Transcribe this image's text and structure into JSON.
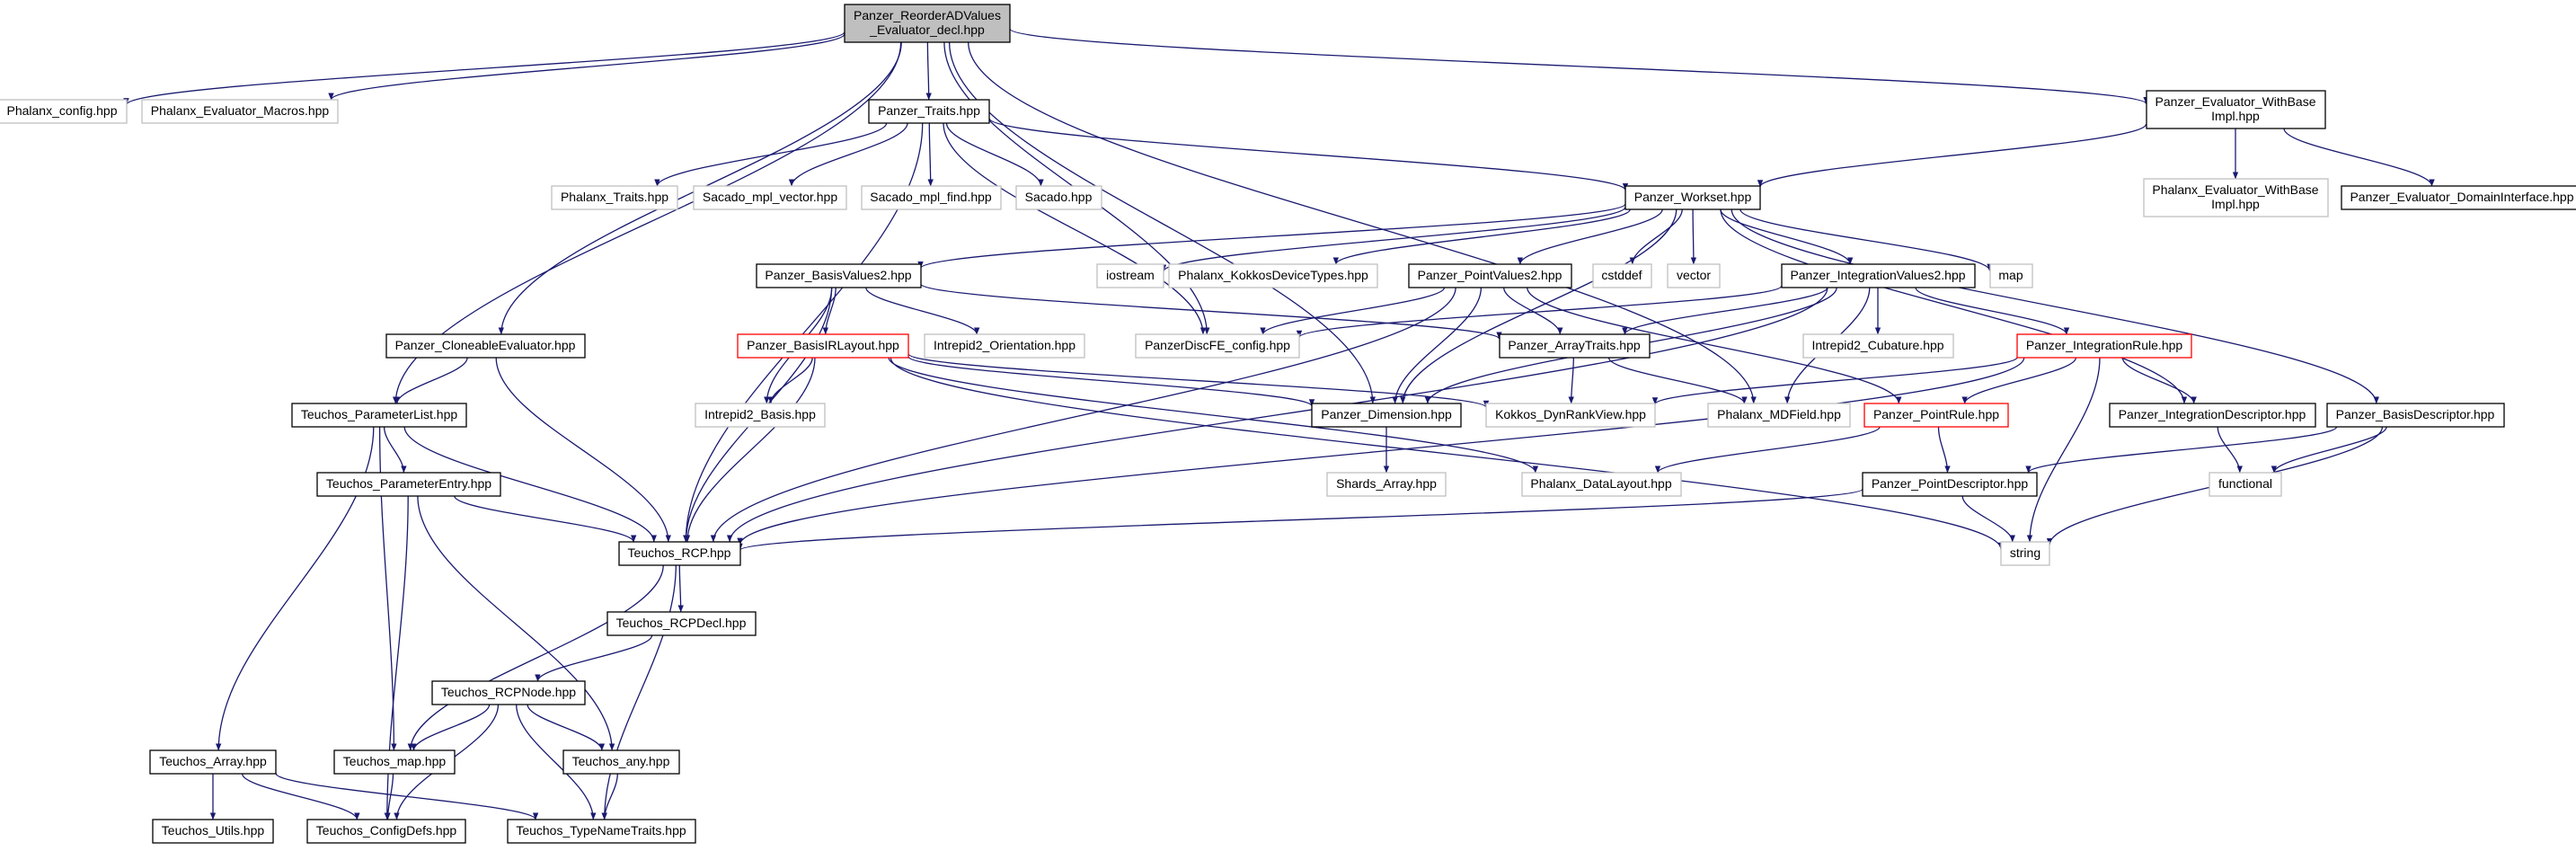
{
  "colors": {
    "edge": "#191970",
    "root_fill": "#bfbfbf",
    "documented_border": "#000000",
    "external_border": "#bfbfbf",
    "truncated_border": "#ff0000",
    "text": "#000000"
  },
  "nodes": [
    {
      "id": "root",
      "lines": [
        "Panzer_ReorderADValues",
        "_Evaluator_decl.hpp"
      ],
      "style": "root"
    },
    {
      "id": "phalanx_config",
      "lines": [
        "Phalanx_config.hpp"
      ],
      "style": "external"
    },
    {
      "id": "phalanx_evaluator_macros",
      "lines": [
        "Phalanx_Evaluator_Macros.hpp"
      ],
      "style": "external"
    },
    {
      "id": "panzer_traits",
      "lines": [
        "Panzer_Traits.hpp"
      ],
      "style": "documented"
    },
    {
      "id": "panzer_evaluator_withbaseimpl",
      "lines": [
        "Panzer_Evaluator_WithBase",
        "Impl.hpp"
      ],
      "style": "documented"
    },
    {
      "id": "phalanx_traits",
      "lines": [
        "Phalanx_Traits.hpp"
      ],
      "style": "external"
    },
    {
      "id": "sacado_mpl_vector",
      "lines": [
        "Sacado_mpl_vector.hpp"
      ],
      "style": "external"
    },
    {
      "id": "sacado_mpl_find",
      "lines": [
        "Sacado_mpl_find.hpp"
      ],
      "style": "external"
    },
    {
      "id": "sacado",
      "lines": [
        "Sacado.hpp"
      ],
      "style": "external"
    },
    {
      "id": "panzer_workset",
      "lines": [
        "Panzer_Workset.hpp"
      ],
      "style": "documented"
    },
    {
      "id": "phalanx_evaluator_withbaseimpl",
      "lines": [
        "Phalanx_Evaluator_WithBase",
        "Impl.hpp"
      ],
      "style": "external"
    },
    {
      "id": "panzer_evaluator_domaininterface",
      "lines": [
        "Panzer_Evaluator_DomainInterface.hpp"
      ],
      "style": "documented"
    },
    {
      "id": "panzer_basisvalues2",
      "lines": [
        "Panzer_BasisValues2.hpp"
      ],
      "style": "documented"
    },
    {
      "id": "iostream",
      "lines": [
        "iostream"
      ],
      "style": "external"
    },
    {
      "id": "phalanx_kokkosdevicetypes",
      "lines": [
        "Phalanx_KokkosDeviceTypes.hpp"
      ],
      "style": "external"
    },
    {
      "id": "panzer_pointvalues2",
      "lines": [
        "Panzer_PointValues2.hpp"
      ],
      "style": "documented"
    },
    {
      "id": "cstddef",
      "lines": [
        "cstddef"
      ],
      "style": "external"
    },
    {
      "id": "vector",
      "lines": [
        "vector"
      ],
      "style": "external"
    },
    {
      "id": "panzer_integrationvalues2",
      "lines": [
        "Panzer_IntegrationValues2.hpp"
      ],
      "style": "documented"
    },
    {
      "id": "map",
      "lines": [
        "map"
      ],
      "style": "external"
    },
    {
      "id": "panzer_cloneableevaluator",
      "lines": [
        "Panzer_CloneableEvaluator.hpp"
      ],
      "style": "documented"
    },
    {
      "id": "panzer_basisirlayout",
      "lines": [
        "Panzer_BasisIRLayout.hpp"
      ],
      "style": "truncated"
    },
    {
      "id": "intrepid2_orientation",
      "lines": [
        "Intrepid2_Orientation.hpp"
      ],
      "style": "external"
    },
    {
      "id": "panzerdiscfe_config",
      "lines": [
        "PanzerDiscFE_config.hpp"
      ],
      "style": "external"
    },
    {
      "id": "panzer_arraytraits",
      "lines": [
        "Panzer_ArrayTraits.hpp"
      ],
      "style": "documented"
    },
    {
      "id": "intrepid2_cubature",
      "lines": [
        "Intrepid2_Cubature.hpp"
      ],
      "style": "external"
    },
    {
      "id": "panzer_integrationrule",
      "lines": [
        "Panzer_IntegrationRule.hpp"
      ],
      "style": "truncated"
    },
    {
      "id": "teuchos_parameterlist",
      "lines": [
        "Teuchos_ParameterList.hpp"
      ],
      "style": "documented"
    },
    {
      "id": "intrepid2_basis",
      "lines": [
        "Intrepid2_Basis.hpp"
      ],
      "style": "external"
    },
    {
      "id": "panzer_dimension",
      "lines": [
        "Panzer_Dimension.hpp"
      ],
      "style": "documented"
    },
    {
      "id": "kokkos_dynrankview",
      "lines": [
        "Kokkos_DynRankView.hpp"
      ],
      "style": "external"
    },
    {
      "id": "phalanx_mdfield",
      "lines": [
        "Phalanx_MDField.hpp"
      ],
      "style": "external"
    },
    {
      "id": "panzer_pointrule",
      "lines": [
        "Panzer_PointRule.hpp"
      ],
      "style": "truncated"
    },
    {
      "id": "panzer_integrationdescriptor",
      "lines": [
        "Panzer_IntegrationDescriptor.hpp"
      ],
      "style": "documented"
    },
    {
      "id": "panzer_basisdescriptor",
      "lines": [
        "Panzer_BasisDescriptor.hpp"
      ],
      "style": "documented"
    },
    {
      "id": "teuchos_parameterentry",
      "lines": [
        "Teuchos_ParameterEntry.hpp"
      ],
      "style": "documented"
    },
    {
      "id": "shards_array",
      "lines": [
        "Shards_Array.hpp"
      ],
      "style": "external"
    },
    {
      "id": "phalanx_datalayout",
      "lines": [
        "Phalanx_DataLayout.hpp"
      ],
      "style": "external"
    },
    {
      "id": "panzer_pointdescriptor",
      "lines": [
        "Panzer_PointDescriptor.hpp"
      ],
      "style": "documented"
    },
    {
      "id": "functional",
      "lines": [
        "functional"
      ],
      "style": "external"
    },
    {
      "id": "teuchos_rcp",
      "lines": [
        "Teuchos_RCP.hpp"
      ],
      "style": "documented"
    },
    {
      "id": "string",
      "lines": [
        "string"
      ],
      "style": "external"
    },
    {
      "id": "teuchos_rcpdecl",
      "lines": [
        "Teuchos_RCPDecl.hpp"
      ],
      "style": "documented"
    },
    {
      "id": "teuchos_rcpnode",
      "lines": [
        "Teuchos_RCPNode.hpp"
      ],
      "style": "documented"
    },
    {
      "id": "teuchos_array",
      "lines": [
        "Teuchos_Array.hpp"
      ],
      "style": "documented"
    },
    {
      "id": "teuchos_map",
      "lines": [
        "Teuchos_map.hpp"
      ],
      "style": "documented"
    },
    {
      "id": "teuchos_any",
      "lines": [
        "Teuchos_any.hpp"
      ],
      "style": "documented"
    },
    {
      "id": "teuchos_utils",
      "lines": [
        "Teuchos_Utils.hpp"
      ],
      "style": "documented"
    },
    {
      "id": "teuchos_configdefs",
      "lines": [
        "Teuchos_ConfigDefs.hpp"
      ],
      "style": "documented"
    },
    {
      "id": "teuchos_typenametraits",
      "lines": [
        "Teuchos_TypeNameTraits.hpp"
      ],
      "style": "documented"
    }
  ],
  "edges": [
    [
      "root",
      "phalanx_config"
    ],
    [
      "root",
      "phalanx_evaluator_macros"
    ],
    [
      "root",
      "panzer_traits"
    ],
    [
      "root",
      "panzer_evaluator_withbaseimpl"
    ],
    [
      "root",
      "teuchos_parameterlist"
    ],
    [
      "root",
      "panzer_cloneableevaluator"
    ],
    [
      "root",
      "panzer_dimension"
    ],
    [
      "root",
      "panzerdiscfe_config"
    ],
    [
      "root",
      "phalanx_mdfield"
    ],
    [
      "panzer_traits",
      "phalanx_traits"
    ],
    [
      "panzer_traits",
      "sacado_mpl_vector"
    ],
    [
      "panzer_traits",
      "sacado_mpl_find"
    ],
    [
      "panzer_traits",
      "sacado"
    ],
    [
      "panzer_traits",
      "panzer_workset"
    ],
    [
      "panzer_traits",
      "teuchos_rcp"
    ],
    [
      "panzer_traits",
      "panzerdiscfe_config"
    ],
    [
      "panzer_evaluator_withbaseimpl",
      "phalanx_evaluator_withbaseimpl"
    ],
    [
      "panzer_evaluator_withbaseimpl",
      "panzer_evaluator_domaininterface"
    ],
    [
      "panzer_evaluator_withbaseimpl",
      "panzer_workset"
    ],
    [
      "panzer_workset",
      "panzer_basisvalues2"
    ],
    [
      "panzer_workset",
      "iostream"
    ],
    [
      "panzer_workset",
      "phalanx_kokkosdevicetypes"
    ],
    [
      "panzer_workset",
      "panzer_pointvalues2"
    ],
    [
      "panzer_workset",
      "cstddef"
    ],
    [
      "panzer_workset",
      "vector"
    ],
    [
      "panzer_workset",
      "panzer_integrationvalues2"
    ],
    [
      "panzer_workset",
      "map"
    ],
    [
      "panzer_workset",
      "panzer_dimension"
    ],
    [
      "panzer_workset",
      "panzer_integrationdescriptor"
    ],
    [
      "panzer_workset",
      "panzer_basisdescriptor"
    ],
    [
      "panzer_basisvalues2",
      "panzer_basisirlayout"
    ],
    [
      "panzer_basisvalues2",
      "intrepid2_orientation"
    ],
    [
      "panzer_basisvalues2",
      "panzer_arraytraits"
    ],
    [
      "panzer_basisvalues2",
      "intrepid2_basis"
    ],
    [
      "panzer_basisvalues2",
      "teuchos_rcp"
    ],
    [
      "panzer_pointvalues2",
      "panzerdiscfe_config"
    ],
    [
      "panzer_pointvalues2",
      "panzer_arraytraits"
    ],
    [
      "panzer_pointvalues2",
      "panzer_dimension"
    ],
    [
      "panzer_pointvalues2",
      "panzer_pointrule"
    ],
    [
      "panzer_pointvalues2",
      "teuchos_rcp"
    ],
    [
      "panzer_integrationvalues2",
      "panzerdiscfe_config"
    ],
    [
      "panzer_integrationvalues2",
      "panzer_arraytraits"
    ],
    [
      "panzer_integrationvalues2",
      "intrepid2_cubature"
    ],
    [
      "panzer_integrationvalues2",
      "panzer_integrationrule"
    ],
    [
      "panzer_integrationvalues2",
      "panzer_dimension"
    ],
    [
      "panzer_integrationvalues2",
      "phalanx_mdfield"
    ],
    [
      "panzer_integrationvalues2",
      "teuchos_rcp"
    ],
    [
      "panzer_cloneableevaluator",
      "teuchos_parameterlist"
    ],
    [
      "panzer_cloneableevaluator",
      "teuchos_rcp"
    ],
    [
      "panzer_basisirlayout",
      "intrepid2_basis"
    ],
    [
      "panzer_basisirlayout",
      "panzer_dimension"
    ],
    [
      "panzer_basisirlayout",
      "kokkos_dynrankview"
    ],
    [
      "panzer_basisirlayout",
      "phalanx_datalayout"
    ],
    [
      "panzer_basisirlayout",
      "teuchos_rcp"
    ],
    [
      "panzer_basisirlayout",
      "string"
    ],
    [
      "panzer_arraytraits",
      "kokkos_dynrankview"
    ],
    [
      "panzer_arraytraits",
      "phalanx_mdfield"
    ],
    [
      "panzer_integrationrule",
      "kokkos_dynrankview"
    ],
    [
      "panzer_integrationrule",
      "panzer_pointrule"
    ],
    [
      "panzer_integrationrule",
      "panzer_integrationdescriptor"
    ],
    [
      "panzer_integrationrule",
      "teuchos_rcp"
    ],
    [
      "panzer_integrationrule",
      "string"
    ],
    [
      "teuchos_parameterlist",
      "teuchos_parameterentry"
    ],
    [
      "teuchos_parameterlist",
      "teuchos_rcp"
    ],
    [
      "teuchos_parameterlist",
      "teuchos_array"
    ],
    [
      "teuchos_parameterlist",
      "teuchos_map"
    ],
    [
      "panzer_dimension",
      "shards_array"
    ],
    [
      "panzer_pointrule",
      "phalanx_datalayout"
    ],
    [
      "panzer_pointrule",
      "panzer_pointdescriptor"
    ],
    [
      "panzer_integrationdescriptor",
      "functional"
    ],
    [
      "panzer_basisdescriptor",
      "panzer_pointdescriptor"
    ],
    [
      "panzer_basisdescriptor",
      "functional"
    ],
    [
      "panzer_basisdescriptor",
      "string"
    ],
    [
      "teuchos_parameterentry",
      "teuchos_rcp"
    ],
    [
      "teuchos_parameterentry",
      "teuchos_any"
    ],
    [
      "teuchos_parameterentry",
      "teuchos_configdefs"
    ],
    [
      "panzer_pointdescriptor",
      "teuchos_rcp"
    ],
    [
      "panzer_pointdescriptor",
      "string"
    ],
    [
      "teuchos_rcp",
      "teuchos_rcpdecl"
    ],
    [
      "teuchos_rcp",
      "teuchos_map"
    ],
    [
      "teuchos_rcp",
      "teuchos_typenametraits"
    ],
    [
      "teuchos_rcpdecl",
      "teuchos_rcpnode"
    ],
    [
      "teuchos_rcpnode",
      "teuchos_map"
    ],
    [
      "teuchos_rcpnode",
      "teuchos_any"
    ],
    [
      "teuchos_rcpnode",
      "teuchos_configdefs"
    ],
    [
      "teuchos_rcpnode",
      "teuchos_typenametraits"
    ],
    [
      "teuchos_array",
      "teuchos_utils"
    ],
    [
      "teuchos_array",
      "teuchos_configdefs"
    ],
    [
      "teuchos_array",
      "teuchos_typenametraits"
    ],
    [
      "teuchos_map",
      "teuchos_configdefs"
    ],
    [
      "teuchos_any",
      "teuchos_typenametraits"
    ]
  ]
}
